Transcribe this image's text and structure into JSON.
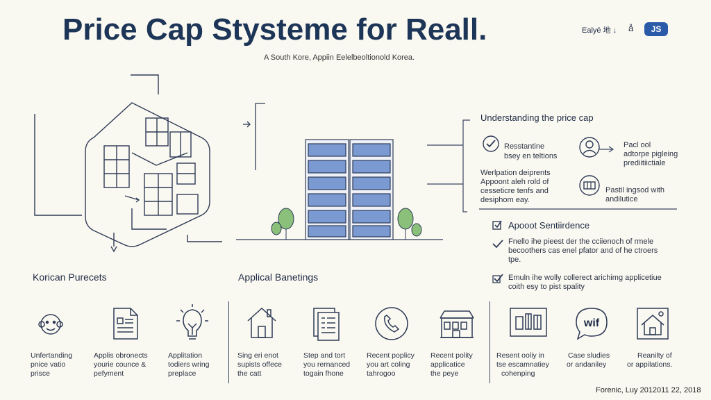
{
  "header": {
    "title": "Price Cap Stysteme for Reall.",
    "subtitle": "A South Kore, Appiin Eelelbeoltionold Korea.",
    "tool_text": "Ealyé 地 ↓",
    "tool_glyph": "å",
    "badge": "JS"
  },
  "right_panel": {
    "heading": "Understanding the price cap",
    "item1": [
      "Resstantine",
      "bsey en teltions"
    ],
    "item2": [
      "Pacl ool",
      "adtorpe pigleing",
      "prediitiictiale"
    ],
    "item3": [
      "Werlpation deiprents",
      "Appoont aleh rold of",
      "cesseticre tenfs and",
      "desiphom eay."
    ],
    "item4": [
      "Pastil ingsod with",
      "andilutice"
    ]
  },
  "sentiment": {
    "heading": "Apooot Sentiirdence",
    "item1": [
      "Fnello ihe pieest der the cciienoch of rmele",
      "becoothers cas enel pfator and of he ctroers",
      "tpe."
    ],
    "item2": [
      "Emuln ihe wolly collerect arichimg applicetiue",
      "coith esy to pist spality"
    ]
  },
  "sections": {
    "left": "Korican Purecets",
    "middle": "Applical Banetings"
  },
  "bottom_items": [
    {
      "icon": "face-icon",
      "lines": [
        "Unfertanding",
        "pnice vatio",
        "prisce"
      ]
    },
    {
      "icon": "document-icon",
      "lines": [
        "Applis obronects",
        "yourie counce &",
        "pefyment"
      ]
    },
    {
      "icon": "lightbulb-icon",
      "lines": [
        "Applitation",
        "todiers wring",
        "preplace"
      ]
    },
    {
      "icon": "house-icon",
      "lines": [
        "Sing eri enot",
        "supists offece",
        "the catt"
      ]
    },
    {
      "icon": "document-list-icon",
      "lines": [
        "Step and tort",
        "you rernanced",
        "togain fhone"
      ]
    },
    {
      "icon": "phone-circle-icon",
      "lines": [
        "Recent poplicy",
        "you art coling",
        "tahrogoo"
      ]
    },
    {
      "icon": "storefront-icon",
      "lines": [
        "Recent polity",
        "applicatice",
        "the peye"
      ]
    },
    {
      "icon": "building-box-icon",
      "lines": [
        "Resent ooliy in",
        "tse escamnatiey",
        "cohenping"
      ]
    },
    {
      "icon": "chat-bubble-icon",
      "lines": [
        "Case sludies",
        "or andaniley"
      ]
    },
    {
      "icon": "house-frame-icon",
      "lines": [
        "Reanilty of",
        "or appilations."
      ]
    }
  ],
  "bubble_text": "wif",
  "footer": "Forenic, Luy 2012011 22, 2018",
  "colors": {
    "accent": "#1d3557",
    "badge": "#2a5aa8",
    "building": "#5a7fbf",
    "tree": "#8bc07a"
  }
}
